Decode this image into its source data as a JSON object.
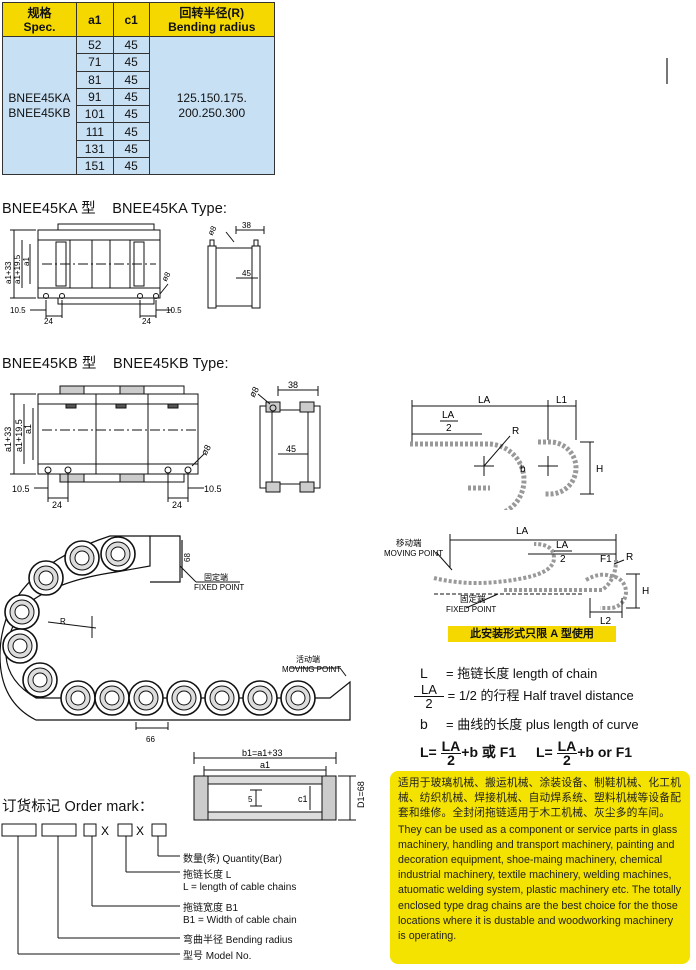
{
  "spec_table": {
    "headers": {
      "spec_zh": "规格",
      "spec_en": "Spec.",
      "a1": "a1",
      "c1": "c1",
      "radius_zh": "回转半径(R)",
      "radius_en": "Bending radius"
    },
    "models": [
      "BNEE45KA",
      "BNEE45KB"
    ],
    "rows": [
      {
        "a1": "52",
        "c1": "45"
      },
      {
        "a1": "71",
        "c1": "45"
      },
      {
        "a1": "81",
        "c1": "45"
      },
      {
        "a1": "91",
        "c1": "45"
      },
      {
        "a1": "101",
        "c1": "45"
      },
      {
        "a1": "111",
        "c1": "45"
      },
      {
        "a1": "131",
        "c1": "45"
      },
      {
        "a1": "151",
        "c1": "45"
      }
    ],
    "radius_values": [
      "125.150.175.",
      "200.250.300"
    ]
  },
  "ka_section": {
    "title": "BNEE45KA 型    BNEE45KA Type:",
    "dims": {
      "a133": "a1+33",
      "a1195": "a1+19.5",
      "a1": "a1",
      "d105": "10.5",
      "d24": "24",
      "d8": "ø8",
      "d38": "38",
      "d45": "45"
    }
  },
  "kb_section": {
    "title": "BNEE45KB 型    BNEE45KB Type:",
    "dims": {
      "a133": "a1+33",
      "a1195": "a1+19.5",
      "a1": "a1",
      "d105": "10.5",
      "d24": "24",
      "d8": "ø8",
      "d38": "38",
      "d45": "45"
    }
  },
  "travel_diagram": {
    "labels": {
      "LA": "LA",
      "LA_half_num": "LA",
      "LA_half_den": "2",
      "L1": "L1",
      "R": "R",
      "b": "b",
      "H": "H"
    }
  },
  "moving_diagram": {
    "labels": {
      "moving_zh": "移动端",
      "moving_en": "MOVING POINT",
      "fixed_zh": "固定端",
      "fixed_en": "FIXED POINT",
      "LA": "LA",
      "LA_half_num": "LA",
      "LA_half_den": "2",
      "F1": "F1",
      "R": "R",
      "H": "H",
      "L2": "L2"
    },
    "note": "此安装形式只限 A 型使用"
  },
  "chain_diagram": {
    "labels": {
      "fixed_zh": "固定端",
      "fixed_en": "FIXED POINT",
      "moving_zh": "活动端",
      "moving_en": "MOVING POINT",
      "R": "R",
      "d68": "68",
      "d66": "66"
    }
  },
  "legend": {
    "L_sym": "L",
    "L_text": "= 拖链长度  length of chain",
    "LA_num": "LA",
    "LA_den": "2",
    "LA_text": "= 1/2 的行程  Half travel distance",
    "b_sym": "b",
    "b_text": "= 曲线的长度  plus length of curve",
    "formula1_pre": "L=",
    "formula1_num": "LA",
    "formula1_den": "2",
    "formula1_post": "+b 或 F1",
    "formula2_pre": "L=",
    "formula2_num": "LA",
    "formula2_den": "2",
    "formula2_post": "+b or F1"
  },
  "cross_section": {
    "labels": {
      "b1": "b1=a1+33",
      "a1": "a1",
      "c1": "c1",
      "d5": "5",
      "D1": "D1=68"
    }
  },
  "order_mark": {
    "title": "订货标记 Order mark：",
    "x1": "X",
    "x2": "X",
    "items": [
      "数量(条) Quantity(Bar)",
      "拖链长度 L",
      "L = length of cable chains",
      "拖链宽度 B1",
      "B1 = Width of cable chain",
      "弯曲半径 Bending radius",
      "型号 Model No."
    ]
  },
  "info_box": {
    "zh": "适用于玻璃机械、搬运机械、涂装设备、制鞋机械、化工机械、纺织机械、焊接机械、自动焊系统、塑料机械等设备配套和维修。全封闭拖链适用于木工机械、灰尘多的车间。",
    "en": "They can be used as a component or service parts in glass machinery, handling and transport machinery, painting and decoration equipment, shoe-maing machinery, chemical industrial machinery, textile machinery, welding machines, atuomatic welding system, plastic machinery etc. The totally enclosed type drag chains are the best choice for the those locations where it is dustable and woodworking machinery is operating."
  }
}
